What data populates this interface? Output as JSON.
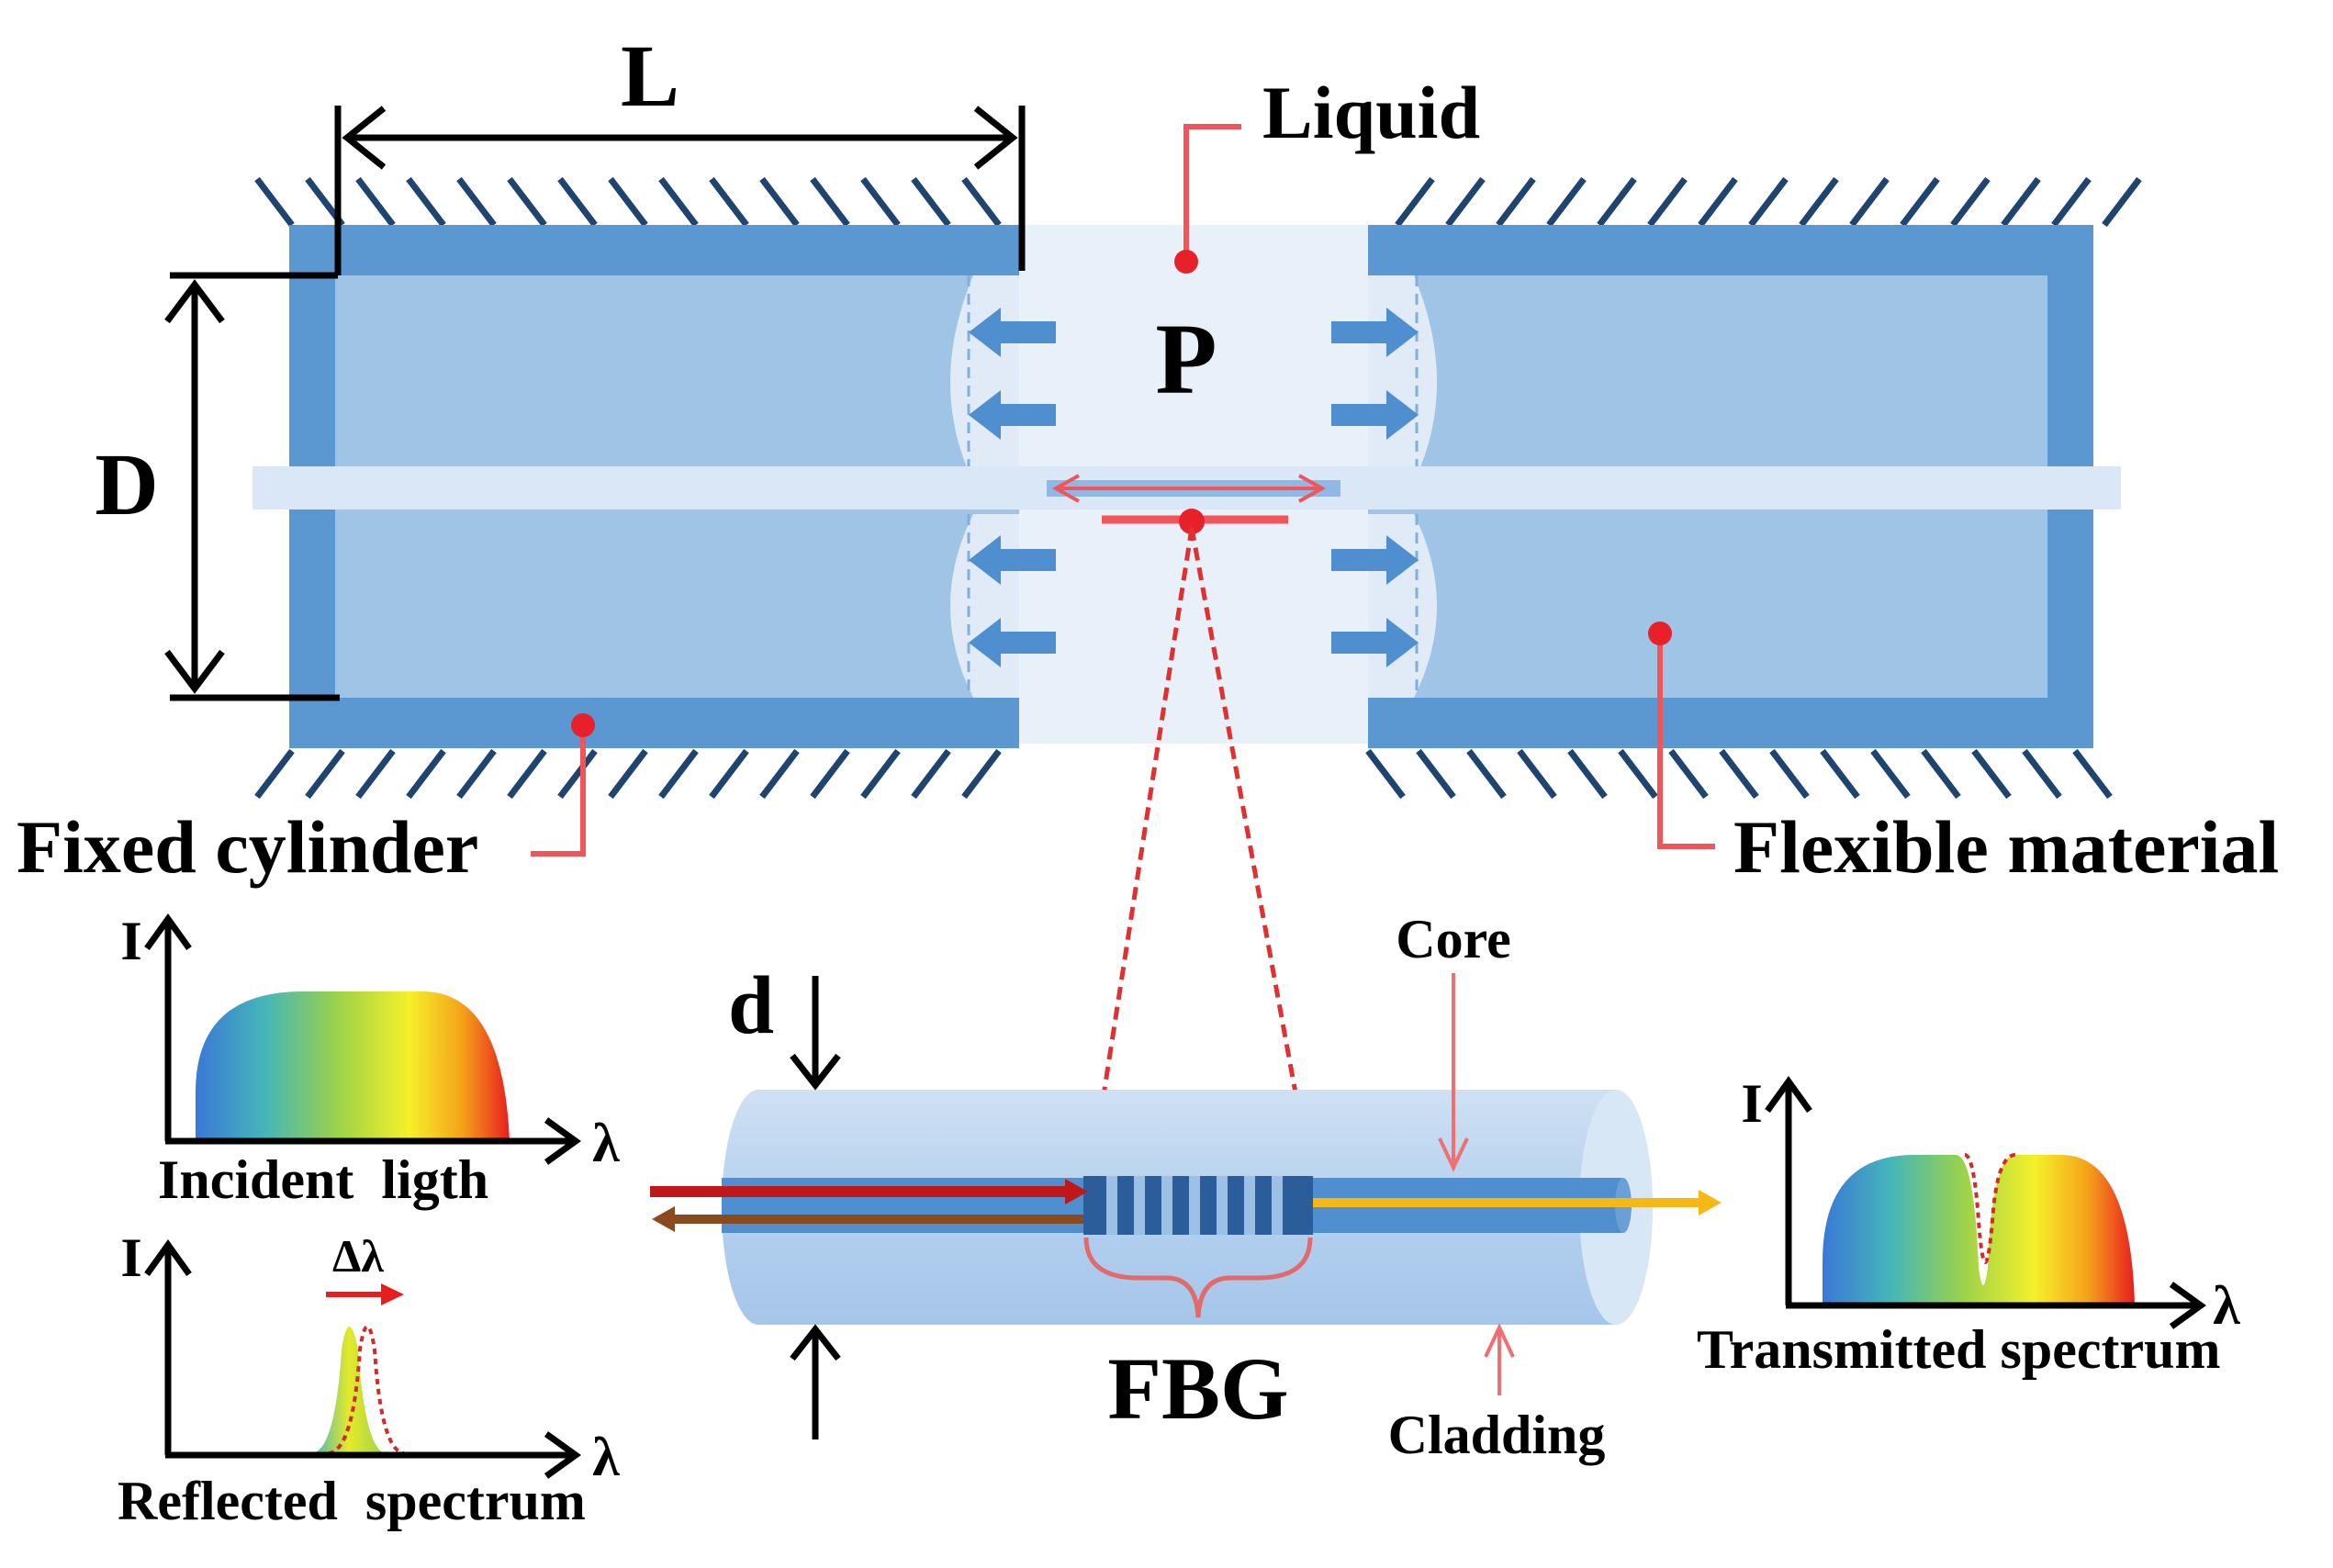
{
  "labels": {
    "L": "L",
    "D": "D",
    "P": "P",
    "d": "d",
    "liquid": "Liquid",
    "fixed_cylinder": "Fixed cylinder",
    "flexible_material": "Flexible material",
    "core": "Core",
    "cladding": "Cladding",
    "fbg": "FBG"
  },
  "spectra": {
    "incident": {
      "title": "Incident  ligth",
      "y_axis": "I",
      "x_axis": "λ"
    },
    "reflected": {
      "title": "Reflected  spectrum",
      "y_axis": "I",
      "x_axis": "λ",
      "shift": "Δλ"
    },
    "transmitted": {
      "title": "Transmitted spectrum",
      "y_axis": "I",
      "x_axis": "λ"
    }
  },
  "colors": {
    "cylinder_wall": "#5b98d2",
    "flexible_fill": "#a0c4e6",
    "liquid_fill": "#e8f0f9",
    "fiber": "#d9e7f6",
    "pressure_arrow": "#4f8fd0",
    "annotation": "#f0555a",
    "fbg_dash": "#e03030"
  }
}
